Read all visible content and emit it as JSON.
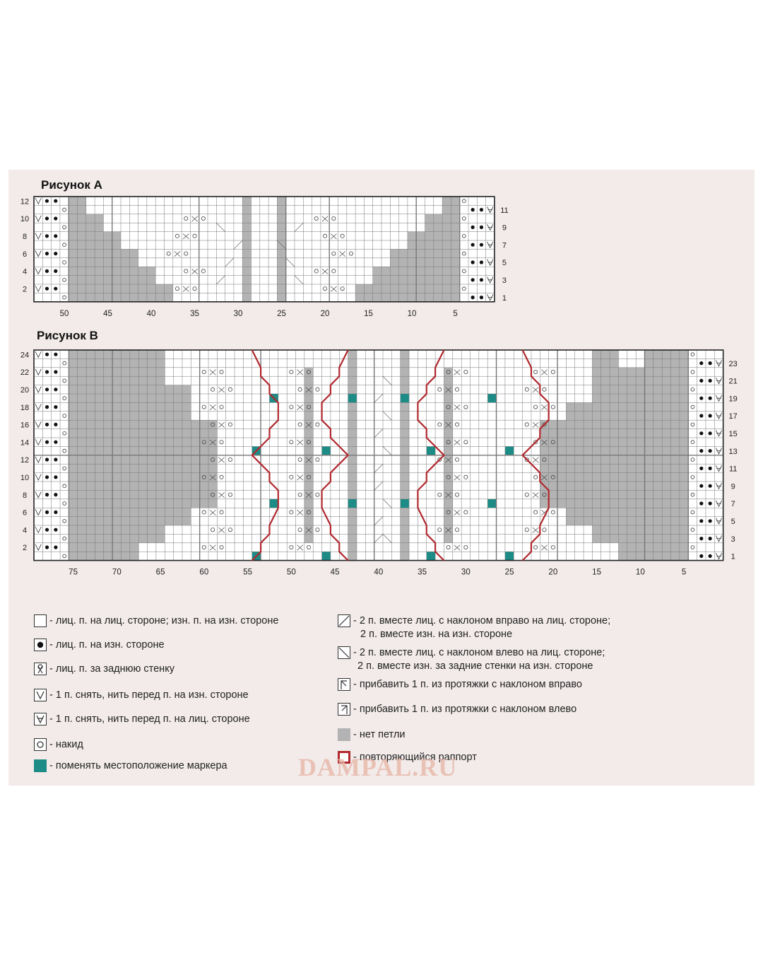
{
  "chart_a": {
    "title": "Рисунок А",
    "left_row_labels": [
      "12",
      "10",
      "8",
      "6",
      "4",
      "2"
    ],
    "right_row_labels": [
      "11",
      "9",
      "7",
      "5",
      "3",
      "1"
    ],
    "col_labels": [
      "50",
      "45",
      "40",
      "35",
      "30",
      "25",
      "20",
      "15",
      "10",
      "5"
    ]
  },
  "chart_b": {
    "title": "Рисунок В",
    "left_row_labels": [
      "24",
      "22",
      "20",
      "18",
      "16",
      "14",
      "12",
      "10",
      "8",
      "6",
      "4",
      "2"
    ],
    "right_row_labels": [
      "23",
      "21",
      "19",
      "17",
      "15",
      "13",
      "11",
      "9",
      "7",
      "5",
      "3",
      "1"
    ],
    "col_labels": [
      "75",
      "70",
      "65",
      "60",
      "55",
      "50",
      "45",
      "40",
      "35",
      "30",
      "25",
      "20",
      "15",
      "10",
      "5"
    ]
  },
  "legend": {
    "knit": "- лиц. п. на лиц. стороне; изн. п. на изн. стороне",
    "purl_ws": "- лиц. п. на изн. стороне",
    "tbl": "- лиц. п. за заднюю стенку",
    "slip_ws": "- 1 п. снять, нить перед п. на изн. стороне",
    "slip_rs": "- 1 п. снять, нить перед п. на лиц. стороне",
    "yo": "- накид",
    "marker": "- поменять местоположение маркера",
    "k2tog_line1": "- 2 п. вместе лиц. с наклоном вправо на лиц. стороне;",
    "k2tog_line2": "2 п. вместе изн. на изн. стороне",
    "ssk_line1": "- 2 п. вместе лиц. с наклоном влево на лиц. стороне;",
    "ssk_line2": "2 п. вместе изн. за задние стенки на изн. стороне",
    "m1r": "- прибавить 1 п. из протяжки с наклоном вправо",
    "m1l": "- прибавить 1 п. из протяжки с наклоном влево",
    "no_stitch": "- нет петли",
    "repeat": "- повторяющийся раппорт"
  },
  "watermark": "DAMPAL.RU",
  "colors": {
    "panel": "#f2ebea",
    "no_stitch": "#b3b3b3",
    "marker": "#1e8c86",
    "repeat": "#b0282d",
    "grid": "#555555"
  }
}
